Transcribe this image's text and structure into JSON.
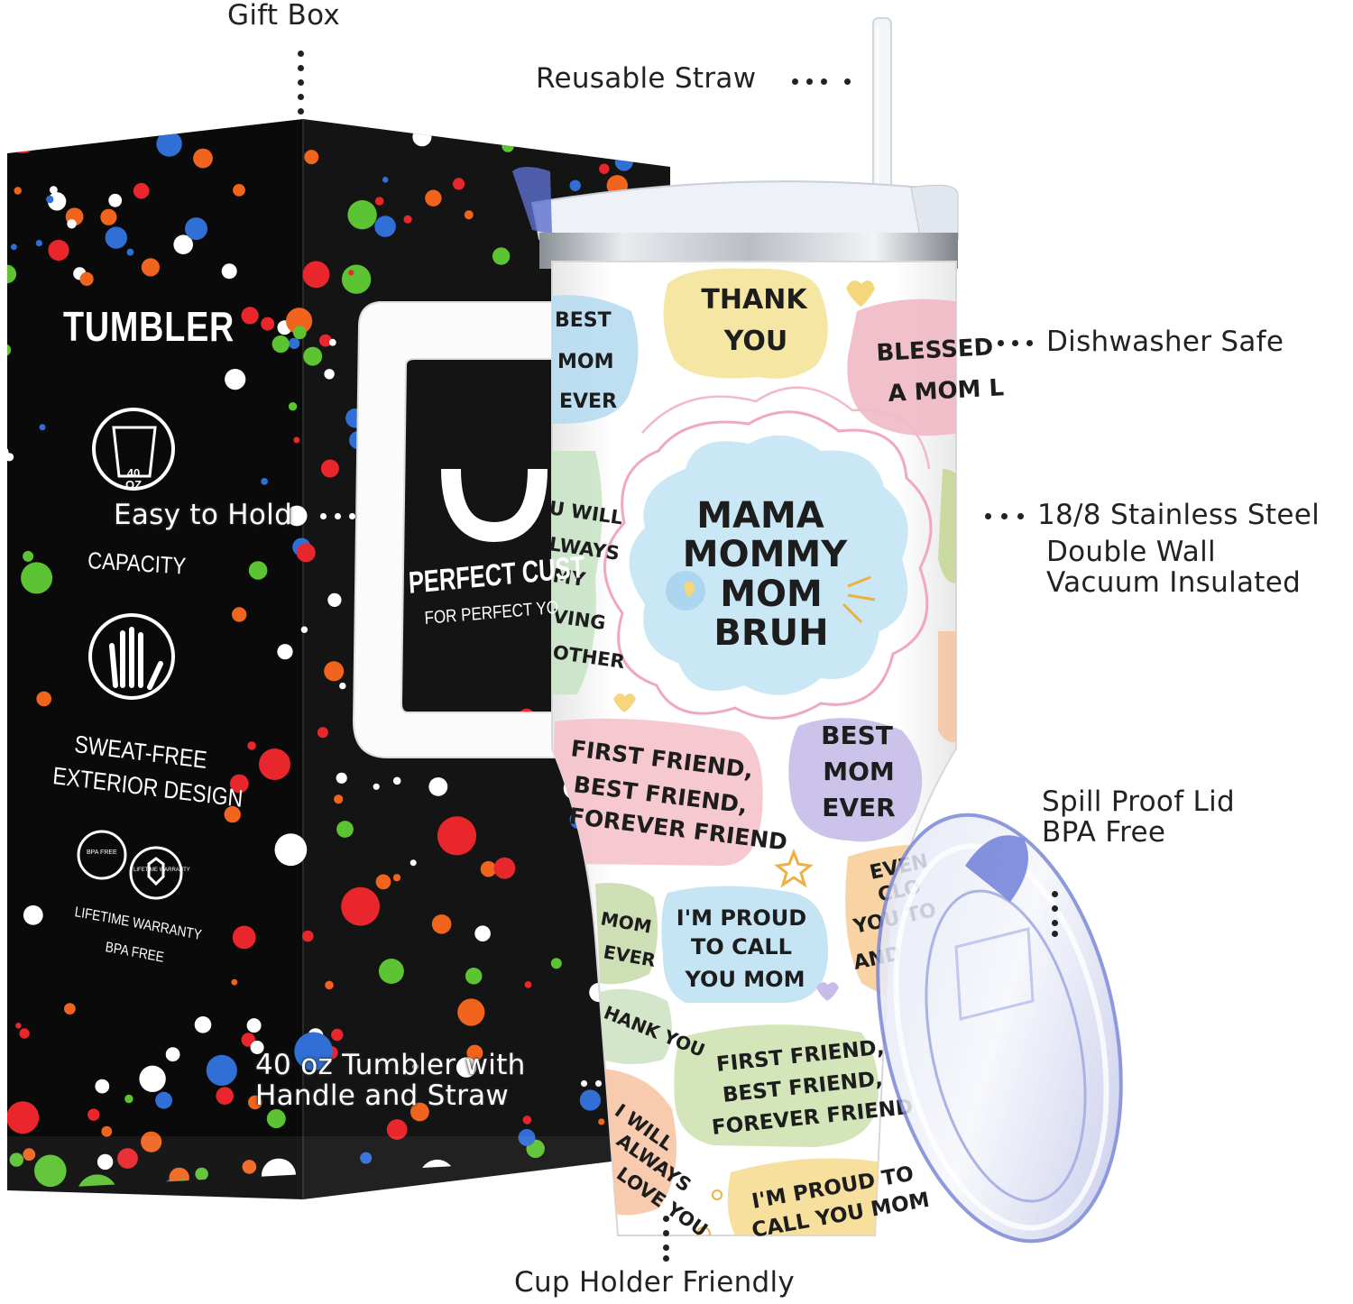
{
  "callouts": {
    "gift_box": "Gift Box",
    "reusable_straw": "Reusable Straw",
    "dishwasher_safe": "Dishwasher Safe",
    "stainless_1": "18/8  Stainless Steel",
    "stainless_2": "Double Wall",
    "stainless_3": "Vacuum Insulated",
    "easy_to_hold": "Easy to Hold",
    "spill_proof_1": "Spill Proof Lid",
    "spill_proof_2": "BPA Free",
    "tumbler_1": "40 oz Tumbler with",
    "tumbler_2": "Handle and Straw",
    "cup_holder": "Cup Holder Friendly"
  },
  "box": {
    "brand": "TUMBLER",
    "capacity_badge": "40 OZ",
    "capacity": "CAPACITY",
    "sweat_1": "SWEAT-FREE",
    "sweat_2": "EXTERIOR DESIGN",
    "badge_bpa": "BPA FREE",
    "badge_warranty": "LIFETIME WARRANTY",
    "warranty_1": "LIFETIME WARRANTY",
    "warranty_2": "BPA FREE",
    "perfect_1": "PERFECT CUST",
    "perfect_2": "FOR PERFECT YO"
  },
  "cup": {
    "thank_1": "THANK",
    "thank_2": "YOU",
    "blessed_1": "BLESSED",
    "blessed_2": "A MOM L",
    "best_1": "BEST",
    "best_2": "MOM",
    "best_3": "EVER",
    "will_1": "U WILL",
    "will_2": "LWAYS",
    "will_3": "MY",
    "will_4": "VING",
    "will_5": "OTHER",
    "center_1": "MAMA",
    "center_2": "MOMMY",
    "center_3": "MOM",
    "center_4": "BRUH",
    "first_1": "FIRST FRIEND,",
    "first_2": "BEST FRIEND,",
    "first_3": "FOREVER FRIEND",
    "bestb_1": "BEST",
    "bestb_2": "MOM",
    "bestb_3": "EVER",
    "proud_1": "I'M PROUD",
    "proud_2": "TO CALL",
    "proud_3": "YOU MOM",
    "even_1": "EVEN",
    "even_2": "CLO",
    "even_3": "YOU TO",
    "even_4": "AND",
    "momever_1": "MOM",
    "momever_2": "EVER",
    "thankyou": "HANK YOU",
    "first2_1": "FIRST FRIEND,",
    "first2_2": "BEST FRIEND,",
    "first2_3": "FOREVER FRIEND",
    "iwill_1": "I WILL",
    "iwill_2": "ALWAYS",
    "iwill_3": "LOVE YOU",
    "proud2_1": "I'M PROUD TO",
    "proud2_2": "CALL YOU MOM"
  }
}
